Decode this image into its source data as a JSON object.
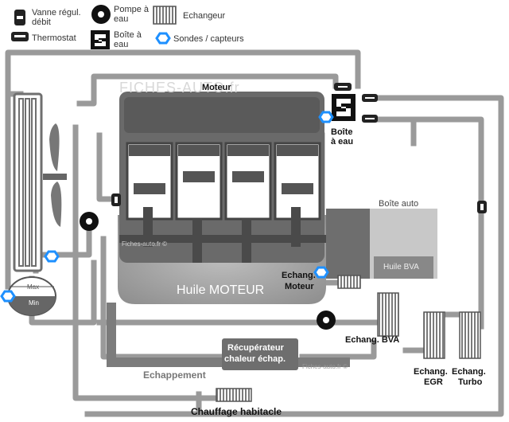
{
  "legend": {
    "valve": "Vanne régul. débit",
    "pump": "Pompe à eau",
    "exchanger": "Echangeur",
    "thermostat": "Thermostat",
    "waterbox": "Boîte à eau",
    "sensor": "Sondes / capteurs"
  },
  "labels": {
    "engine": "Moteur",
    "watermark": "FICHES-AUTO.fr",
    "watermark_small": "Fiches-auto.fr ©",
    "watermark_bottom": "Fiches-auto.fr ©",
    "waterbox_line1": "Boîte",
    "waterbox_line2": "à eau",
    "gearbox": "Boîte auto",
    "bva_oil": "Huile BVA",
    "engine_oil": "Huile MOTEUR",
    "exch_engine_1": "Echang.",
    "exch_engine_2": "Moteur",
    "exch_bva": "Echang. BVA",
    "recup_1": "Récupérateur",
    "recup_2": "chaleur échap.",
    "exhaust": "Echappement",
    "egr_1": "Echang.",
    "egr_2": "EGR",
    "turbo_1": "Echang.",
    "turbo_2": "Turbo",
    "heater": "Chauffage habitacle",
    "tank_max": "Max",
    "tank_min": "Min"
  },
  "colors": {
    "pipe": "#9a9a9a",
    "engine_dark": "#555555",
    "engine_light": "#8a8a8a",
    "oil": "#a8a8a8",
    "gearbox": "#c8c8c8",
    "sensor": "#1e90ff",
    "icon_dark": "#111111"
  }
}
